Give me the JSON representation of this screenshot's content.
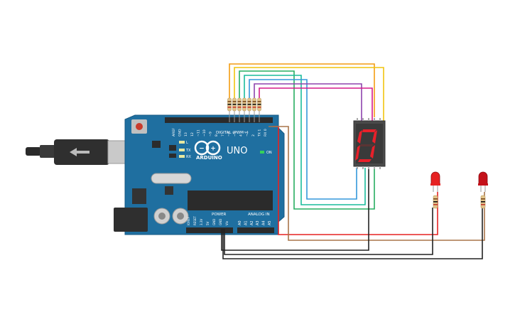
{
  "board": {
    "brand": "ARDUINO",
    "model": "UNO",
    "digital_header_label": "DIGITAL (PWM~)",
    "analog_header_label": "ANALOG IN",
    "power_header_label": "POWER",
    "on_label": "ON",
    "l_label": "L",
    "tx_label": "TX",
    "rx_label": "RX",
    "reset_label": "RESET",
    "digital_pins": [
      "AREF",
      "GND",
      "13",
      "12",
      "~11",
      "~10",
      "~9",
      "8",
      "7",
      "~6",
      "~5",
      "4",
      "~3",
      "2",
      "TX 1",
      "RX 0"
    ],
    "power_pins": [
      "IOREF",
      "RESET",
      "3.3V",
      "5V",
      "GND",
      "GND",
      "Vin"
    ],
    "analog_pins": [
      "A0",
      "A1",
      "A2",
      "A3",
      "A4",
      "A5"
    ]
  },
  "display": {
    "digit": "0",
    "segment_color": "#e8202a"
  },
  "wire_colors": {
    "orange": "#f39c12",
    "yellow": "#f1c40f",
    "green": "#27ae60",
    "teal": "#1abc9c",
    "blue": "#3498db",
    "purple": "#8e44ad",
    "magenta": "#d61a8a",
    "red": "#e62222",
    "brown": "#a8754a",
    "black": "#222222"
  },
  "leds": [
    {
      "color": "#e62222"
    },
    {
      "color": "#c4111a"
    }
  ]
}
